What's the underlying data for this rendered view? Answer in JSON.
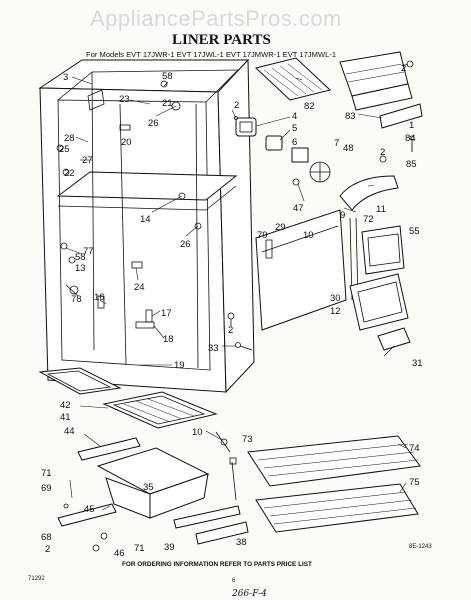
{
  "watermark": "AppliancePartsPros.com",
  "title": "LINER PARTS",
  "models": "For Models  EVT 17JWR-1  EVT 17JWL-1  EVT 17JMWR-1  EVT 17JMWL-1",
  "footer_note": "FOR ORDERING INFORMATION REFER TO PARTS PRICE LIST",
  "doc_code": "71292",
  "page_number": "6",
  "diagram_code": "8E-1243",
  "handwritten_note": "266-F-4",
  "callouts": [
    {
      "label": "3"
    },
    {
      "label": "58"
    },
    {
      "label": "23"
    },
    {
      "label": "21"
    },
    {
      "label": "28"
    },
    {
      "label": "25"
    },
    {
      "label": "27"
    },
    {
      "label": "22"
    },
    {
      "label": "20"
    },
    {
      "label": "26"
    },
    {
      "label": "2"
    },
    {
      "label": "4"
    },
    {
      "label": "5"
    },
    {
      "label": "6"
    },
    {
      "label": "82"
    },
    {
      "label": "83"
    },
    {
      "label": "2"
    },
    {
      "label": "1"
    },
    {
      "label": "84"
    },
    {
      "label": "85"
    },
    {
      "label": "7"
    },
    {
      "label": "48"
    },
    {
      "label": "2"
    },
    {
      "label": "47"
    },
    {
      "label": "11"
    },
    {
      "label": "9"
    },
    {
      "label": "72"
    },
    {
      "label": "14"
    },
    {
      "label": "26"
    },
    {
      "label": "79"
    },
    {
      "label": "29"
    },
    {
      "label": "10"
    },
    {
      "label": "55"
    },
    {
      "label": "58"
    },
    {
      "label": "77"
    },
    {
      "label": "13"
    },
    {
      "label": "24"
    },
    {
      "label": "78"
    },
    {
      "label": "16"
    },
    {
      "label": "17"
    },
    {
      "label": "30"
    },
    {
      "label": "12"
    },
    {
      "label": "2"
    },
    {
      "label": "18"
    },
    {
      "label": "33"
    },
    {
      "label": "31"
    },
    {
      "label": "19"
    },
    {
      "label": "42"
    },
    {
      "label": "41"
    },
    {
      "label": "44"
    },
    {
      "label": "10"
    },
    {
      "label": "73"
    },
    {
      "label": "74"
    },
    {
      "label": "35"
    },
    {
      "label": "75"
    },
    {
      "label": "71"
    },
    {
      "label": "69"
    },
    {
      "label": "45"
    },
    {
      "label": "68"
    },
    {
      "label": "2"
    },
    {
      "label": "46"
    },
    {
      "label": "71"
    },
    {
      "label": "39"
    },
    {
      "label": "38"
    }
  ]
}
